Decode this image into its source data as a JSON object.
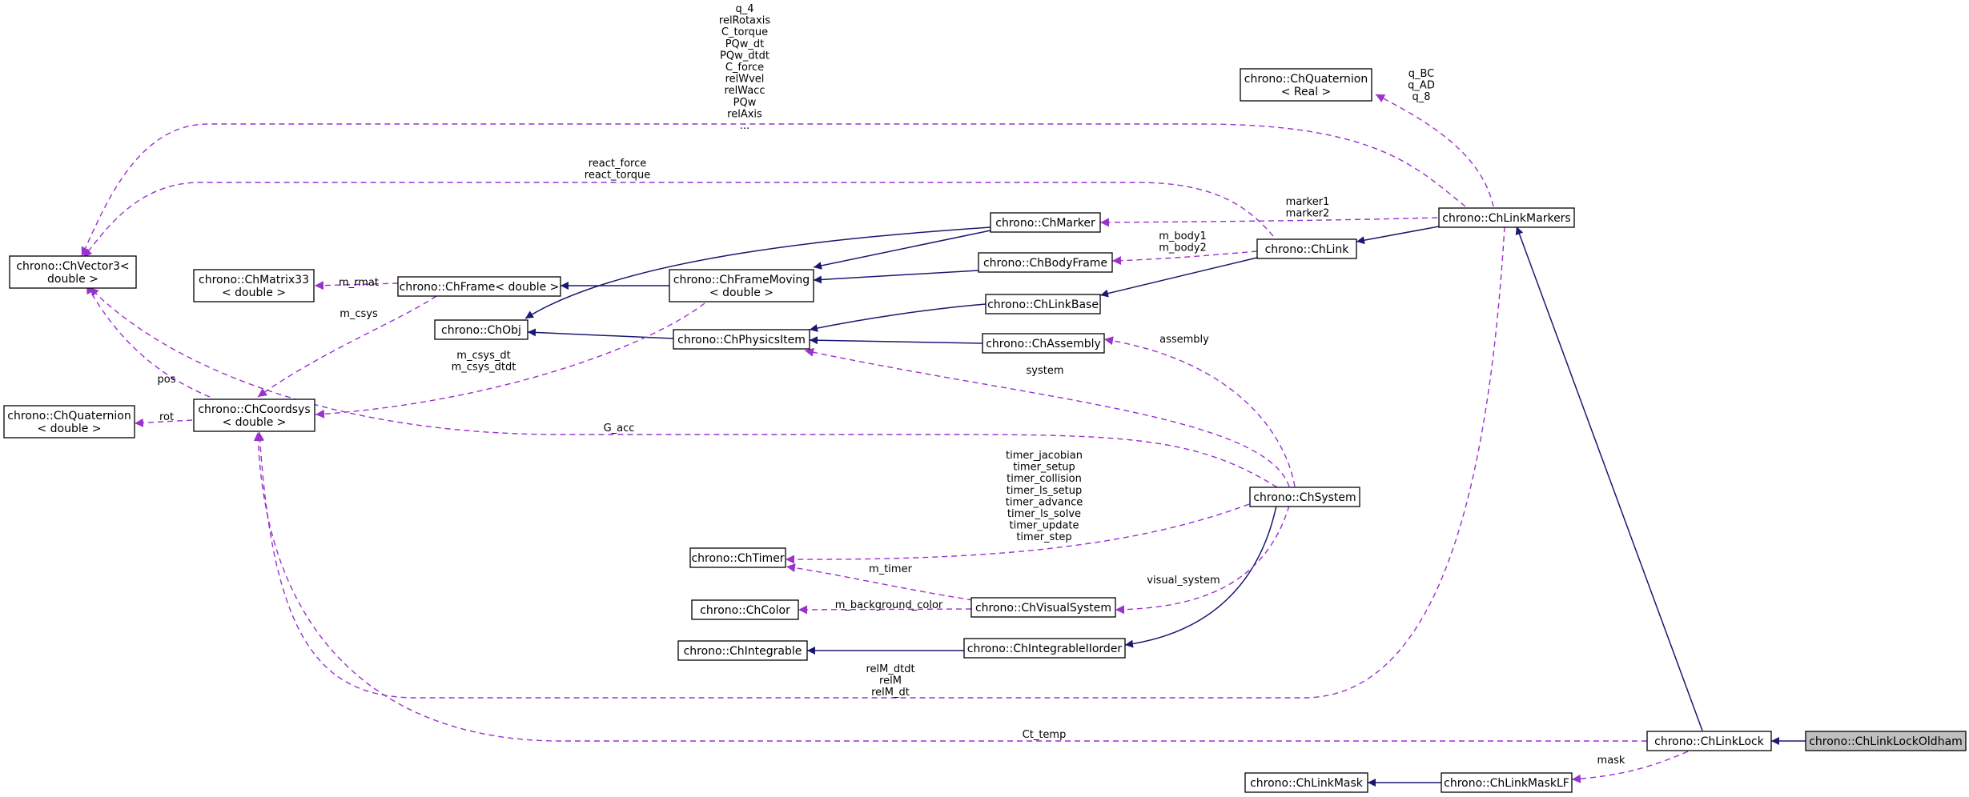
{
  "colors": {
    "inheritance": "#191970",
    "association": "#9a32cd",
    "highlight_fill": "#bfbfbf"
  },
  "nodes": {
    "ChVector3": [
      "chrono::ChVector3<",
      "double >"
    ],
    "ChMatrix33": [
      "chrono::ChMatrix33",
      "< double >"
    ],
    "ChFrame": [
      "chrono::ChFrame< double >"
    ],
    "ChFrameMoving": [
      "chrono::ChFrameMoving",
      "< double >"
    ],
    "ChObj": [
      "chrono::ChObj"
    ],
    "ChPhysicsItem": [
      "chrono::ChPhysicsItem"
    ],
    "ChQuaternionDouble": [
      "chrono::ChQuaternion",
      "< double >"
    ],
    "ChCoordsys": [
      "chrono::ChCoordsys",
      "< double >"
    ],
    "ChMarker": [
      "chrono::ChMarker"
    ],
    "ChBodyFrame": [
      "chrono::ChBodyFrame"
    ],
    "ChLinkBase": [
      "chrono::ChLinkBase"
    ],
    "ChAssembly": [
      "chrono::ChAssembly"
    ],
    "ChLink": [
      "chrono::ChLink"
    ],
    "ChLinkMarkers": [
      "chrono::ChLinkMarkers"
    ],
    "ChQuaternionReal": [
      "chrono::ChQuaternion",
      "< Real >"
    ],
    "ChSystem": [
      "chrono::ChSystem"
    ],
    "ChTimer": [
      "chrono::ChTimer"
    ],
    "ChColor": [
      "chrono::ChColor"
    ],
    "ChVisualSystem": [
      "chrono::ChVisualSystem"
    ],
    "ChIntegrable": [
      "chrono::ChIntegrable"
    ],
    "ChIntegrableIIorder": [
      "chrono::ChIntegrableIIorder"
    ],
    "ChLinkLock": [
      "chrono::ChLinkLock"
    ],
    "ChLinkLockOldham": [
      "chrono::ChLinkLockOldham"
    ],
    "ChLinkMask": [
      "chrono::ChLinkMask"
    ],
    "ChLinkMaskLF": [
      "chrono::ChLinkMaskLF"
    ]
  },
  "edge_labels": {
    "linkmarkers_vector": [
      "q_4",
      "relRotaxis",
      "C_torque",
      "PQw_dt",
      "PQw_dtdt",
      "C_force",
      "relWvel",
      "relWacc",
      "PQw",
      "relAxis",
      "..."
    ],
    "link_vector": [
      "react_force",
      "react_torque"
    ],
    "quaternion_real": [
      "q_BC",
      "q_AD",
      "q_8"
    ],
    "markers": [
      "marker1",
      "marker2"
    ],
    "bodies": [
      "m_body1",
      "m_body2"
    ],
    "rmat": [
      "m_rmat"
    ],
    "csys": [
      "m_csys"
    ],
    "csys_dt": [
      "m_csys_dt",
      "m_csys_dtdt"
    ],
    "pos": [
      "pos"
    ],
    "rot": [
      "rot"
    ],
    "assembly": [
      "assembly"
    ],
    "system": [
      "system"
    ],
    "g_acc": [
      "G_acc"
    ],
    "timers": [
      "timer_jacobian",
      "timer_setup",
      "timer_collision",
      "timer_ls_setup",
      "timer_advance",
      "timer_ls_solve",
      "timer_update",
      "timer_step"
    ],
    "m_timer": [
      "m_timer"
    ],
    "visual_system": [
      "visual_system"
    ],
    "background_color": [
      "m_background_color"
    ],
    "relM": [
      "relM_dtdt",
      "relM",
      "relM_dt"
    ],
    "ct_temp": [
      "Ct_temp"
    ],
    "mask": [
      "mask"
    ]
  }
}
